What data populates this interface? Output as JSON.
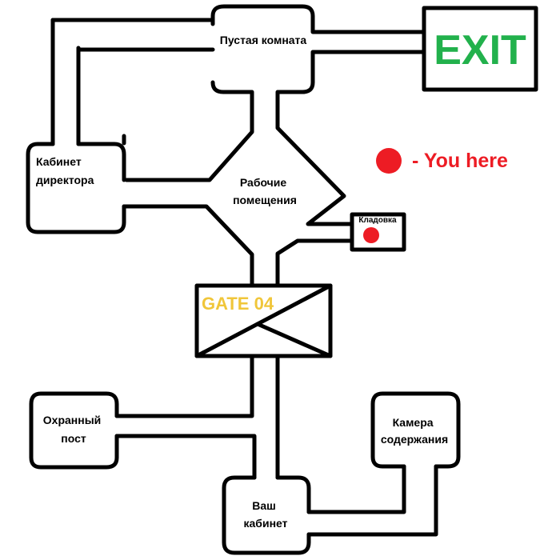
{
  "colors": {
    "exit": "#22b14c",
    "gate": "#f0c63a",
    "marker": "#ed1c24",
    "line": "#000000"
  },
  "rooms": {
    "empty_room": [
      "Пустая комната"
    ],
    "director_office": [
      "Кабинет",
      "директора"
    ],
    "work_area": [
      "Рабочие",
      "помещения"
    ],
    "storage": [
      "Кладовка"
    ],
    "guard_post": [
      "Охранный",
      "пост"
    ],
    "containment_cell": [
      "Камера",
      "содержания"
    ],
    "your_office": [
      "Ваш",
      "кабинет"
    ]
  },
  "exit_label": "EXIT",
  "gate_label": "GATE 04",
  "legend": {
    "marker_icon": "red-dot",
    "text": "- You here"
  }
}
